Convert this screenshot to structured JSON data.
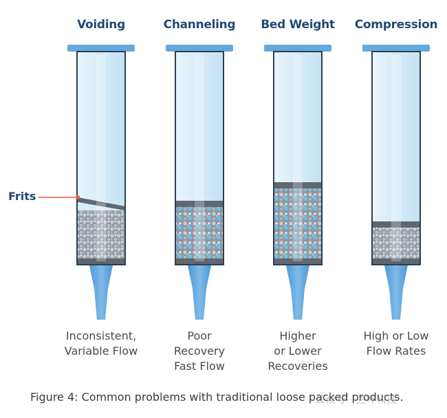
{
  "columns": [
    {
      "id": "voiding",
      "title": "Voiding",
      "caption": [
        "Inconsistent,",
        "Variable Flow"
      ]
    },
    {
      "id": "channeling",
      "title": "Channeling",
      "caption": [
        "Poor",
        "Recovery",
        "Fast Flow"
      ]
    },
    {
      "id": "bed-weight",
      "title": "Bed Weight",
      "caption": [
        "Higher",
        "or Lower",
        "Recoveries"
      ]
    },
    {
      "id": "compression",
      "title": "Compression",
      "caption": [
        "High or Low",
        "Flow Rates"
      ]
    }
  ],
  "frits_label": "Frits",
  "figure_caption": "Figure 4: Common problems with traditional loose packed products.",
  "watermark": "公众号 · 兰叶科技",
  "colors": {
    "title": "#1f4a75",
    "tube_body": "#d9edf8",
    "tube_outline": "#2c3e50",
    "cap": "#64a8e0",
    "frit": "#5f6870",
    "packing": "#9aa3ab",
    "channel": "#6bc1e8",
    "leader": "#e05a4a"
  }
}
